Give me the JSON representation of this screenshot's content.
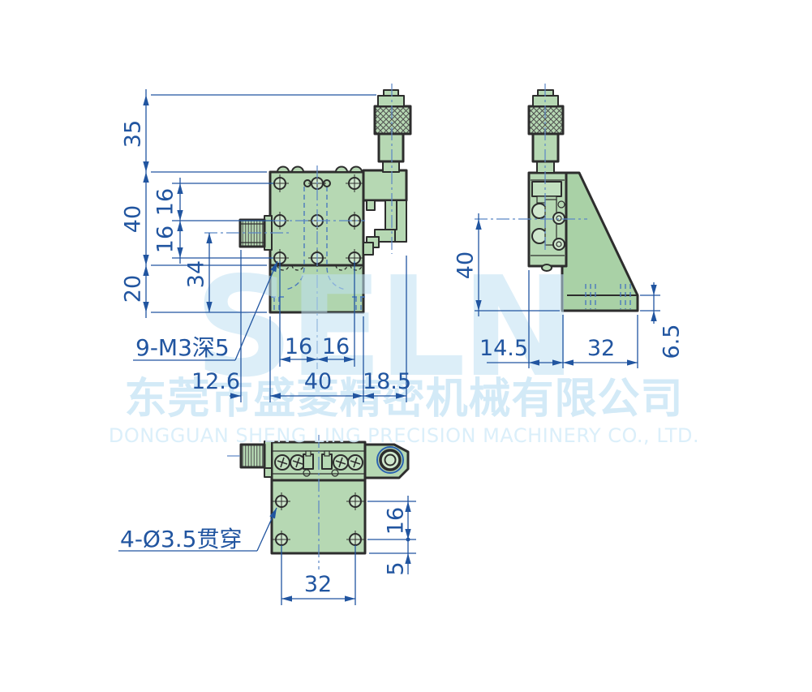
{
  "drawing": {
    "watermark": {
      "logo": "SELN",
      "company_cn": "东莞市盛菱精密机械有限公司",
      "company_en": "DONGGUAN SHENG LING PRECISION MACHINERY CO., LTD."
    },
    "front_view": {
      "note_thread_holes": "9-M3深5",
      "dim_micrometer_height": "35",
      "dim_body_height": "40",
      "dim_row_pitch_top": "16",
      "dim_row_pitch_bottom": "16",
      "dim_base_height": "20",
      "dim_knob_axis_height": "34",
      "dim_col_pitch_left": "16",
      "dim_col_pitch_right": "16",
      "dim_knob_length": "12.6",
      "dim_body_width": "40",
      "dim_micrometer_offset": "18.5"
    },
    "side_view": {
      "dim_axis_height": "40",
      "dim_body_offset": "14.5",
      "dim_base_width": "32",
      "dim_base_thickness": "6.5"
    },
    "bottom_view": {
      "note_through_holes": "4-Ø3.5贯穿",
      "dim_hole_pitch_y": "16",
      "dim_hole_edge": "5",
      "dim_hole_pitch_x": "32"
    },
    "colors": {
      "dimension_blue": "#2155a0",
      "centerline_blue": "#5b86c5",
      "body_green": "#b6d8b3",
      "outline_dark": "#2d2d2d",
      "watermark_blue": "#bfe0f2"
    }
  }
}
